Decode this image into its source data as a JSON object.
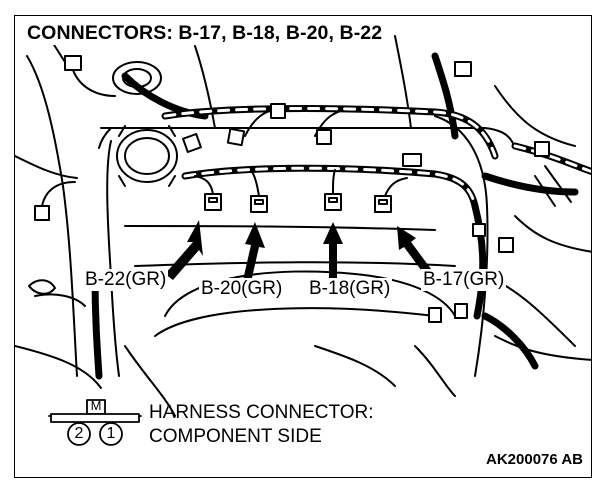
{
  "title": "CONNECTORS: B-17, B-18, B-20, B-22",
  "connectors": [
    {
      "id": "b22",
      "label": "B-22(GR)"
    },
    {
      "id": "b20",
      "label": "B-20(GR)"
    },
    {
      "id": "b18",
      "label": "B-18(GR)"
    },
    {
      "id": "b17",
      "label": "B-17(GR)"
    }
  ],
  "legend": {
    "symbol_letter": "M",
    "pins": [
      "2",
      "1"
    ],
    "line1": "HARNESS CONNECTOR:",
    "line2": "COMPONENT SIDE"
  },
  "doc_id": "AK200076 AB"
}
